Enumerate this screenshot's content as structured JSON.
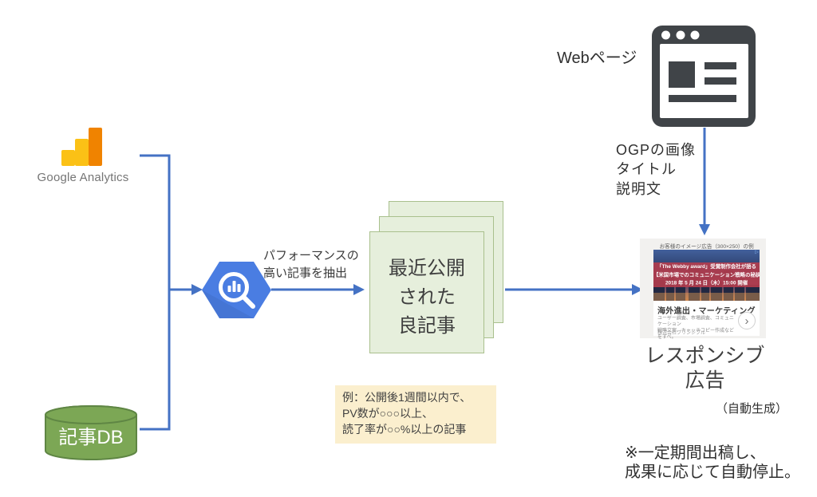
{
  "colors": {
    "arrow": "#4472C4",
    "ga_orange": "#F08300",
    "ga_yellow": "#FBC116",
    "db_green": "#7CA755",
    "db_border": "#5F8644",
    "doc_fill": "#E6EFDC",
    "doc_border": "#A9C08D",
    "note_bg": "#FBEFCE",
    "bq_blue": "#4A7DE2",
    "browser_gray": "#404448",
    "ad_card_bg": "#F2F1EF"
  },
  "ga": {
    "label": "Google Analytics"
  },
  "db": {
    "label": "記事DB"
  },
  "extract": {
    "line1": "パフォーマンスの",
    "line2": "高い記事を抽出"
  },
  "docs": {
    "line1": "最近公開",
    "line2": "された",
    "line3": "良記事"
  },
  "criteria": {
    "line1": "例：公開後1週間以内で、",
    "line2": "PV数が○○○以上、",
    "line3": "読了率が○○%以上の記事"
  },
  "webpage": {
    "label": "Webページ"
  },
  "ogp": {
    "line1": "OGPの画像",
    "line2": "タイトル",
    "line3": "説明文"
  },
  "ad": {
    "caption": "お客様のイメージ広告（300×250）の例",
    "overlay_line1": "「The Webby award」受賞制作会社が語る",
    "overlay_line2": "【米国市場でのコミュニケーション戦略の秘訣】",
    "overlay_line3": "2018 年 5 月 24 日（木）15:00 開催",
    "headline": "海外進出・マーケティング",
    "desc_line1": "ユーザー調査、市場調査、コミュニケーション",
    "desc_line2": "戦略立案、キャッチコピー作成などをすべ。",
    "advertiser": "株式会社プリンシプル",
    "chevron": "›",
    "adchoices": "▷"
  },
  "result": {
    "line1": "レスポンシブ",
    "line2": "広告",
    "note": "（自動生成）"
  },
  "footnote": {
    "line1": "※一定期間出稿し、",
    "line2": "成果に応じて自動停止。"
  }
}
